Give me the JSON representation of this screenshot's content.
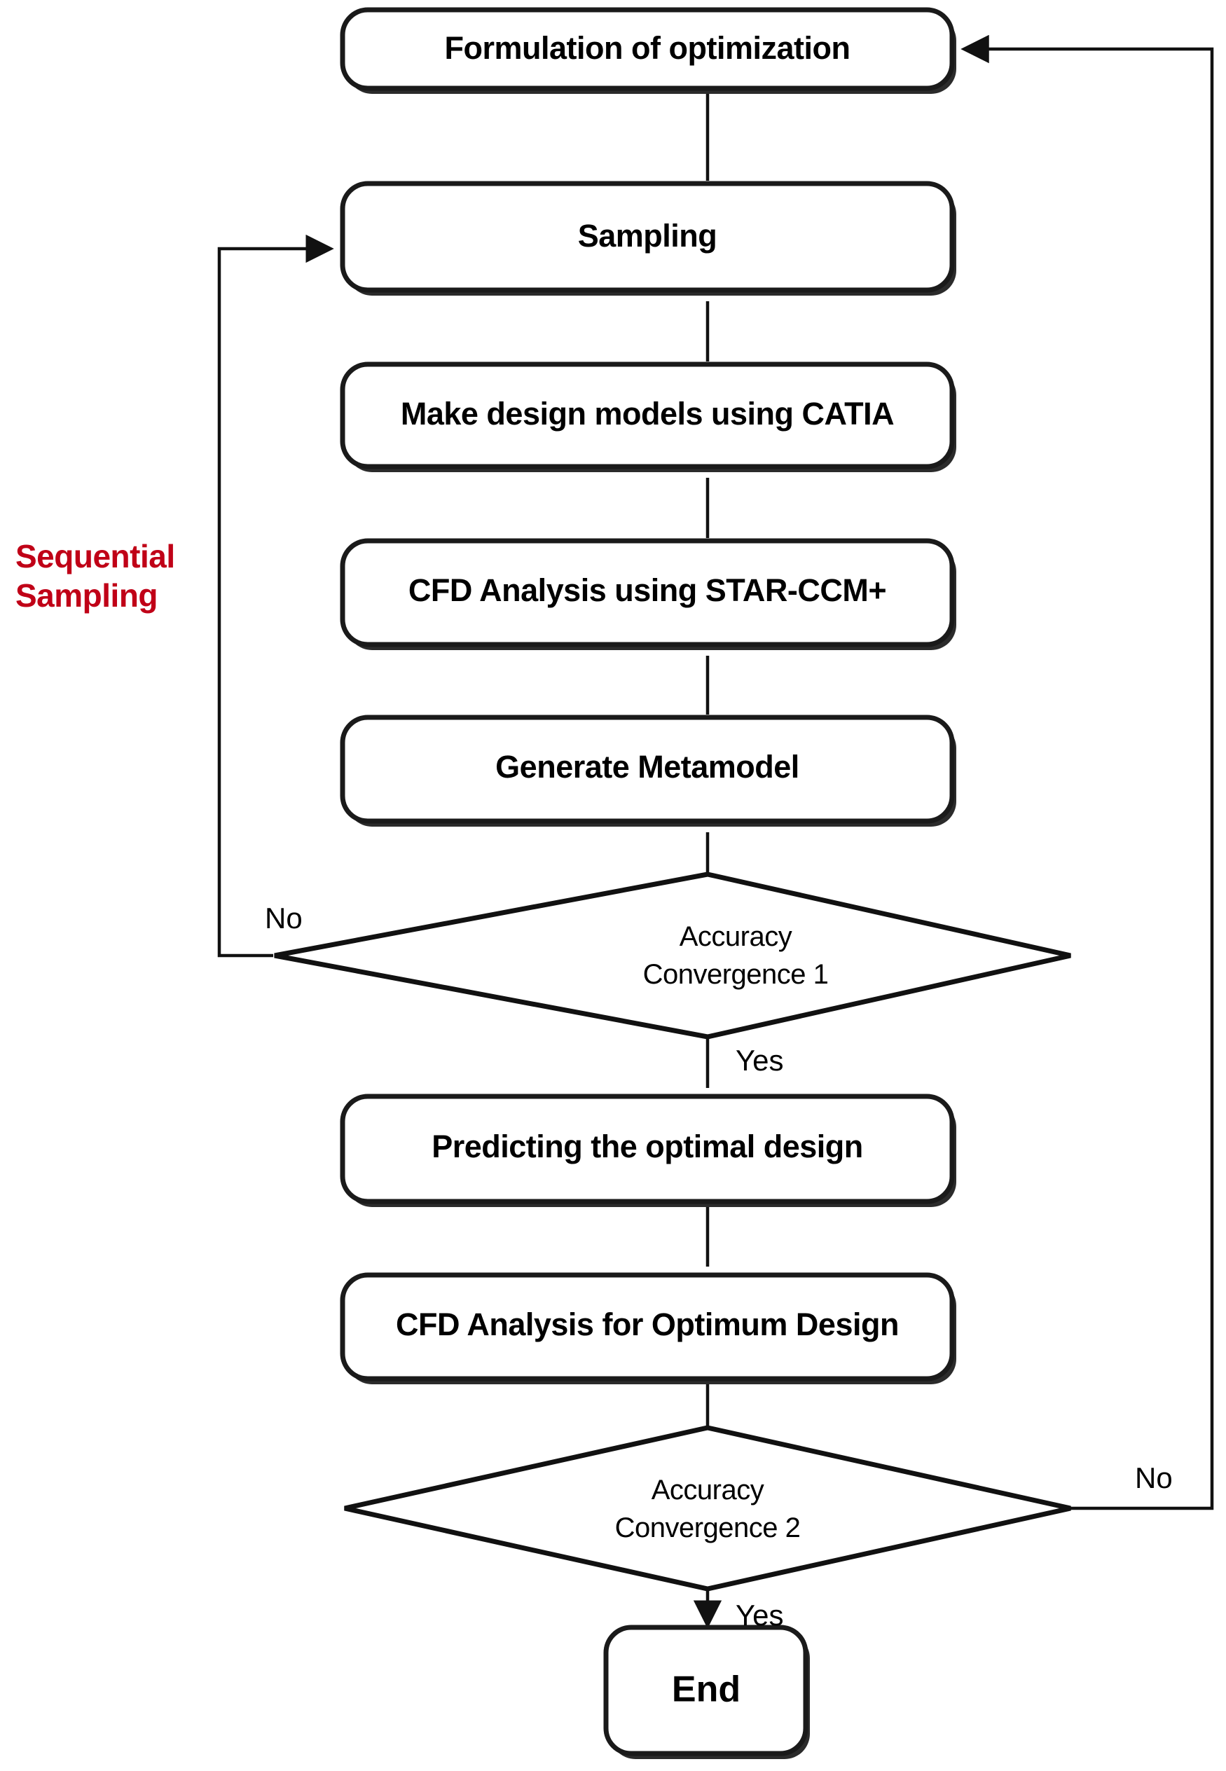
{
  "diagram": {
    "title": "Sequential sampling based metamodel optimization flowchart",
    "accent_color": "#C00017",
    "line_color": "#111111",
    "box_fill": "#FFFFFF",
    "annotation": {
      "sequential_sampling_line1": "Sequential",
      "sequential_sampling_line2": "Sampling"
    },
    "nodes": [
      {
        "id": "formulation",
        "type": "process",
        "label": "Formulation of optimization"
      },
      {
        "id": "sampling",
        "type": "process",
        "label": "Sampling"
      },
      {
        "id": "make-models",
        "type": "process",
        "label": "Make design models using CATIA"
      },
      {
        "id": "cfd-analysis",
        "type": "process",
        "label": "CFD Analysis using STAR-CCM+"
      },
      {
        "id": "generate-meta",
        "type": "process",
        "label": "Generate Metamodel"
      },
      {
        "id": "convergence-1",
        "type": "decision",
        "label_line1": "Accuracy",
        "label_line2": "Convergence 1"
      },
      {
        "id": "predict-optimal",
        "type": "process",
        "label": "Predicting the optimal design"
      },
      {
        "id": "cfd-optimum",
        "type": "process",
        "label": "CFD  Analysis for Optimum Design"
      },
      {
        "id": "convergence-2",
        "type": "decision",
        "label_line1": "Accuracy",
        "label_line2": "Convergence  2"
      },
      {
        "id": "end",
        "type": "terminator",
        "label": "End"
      }
    ],
    "edge_labels": {
      "conv1_no": "No",
      "conv1_yes": "Yes",
      "conv2_no": "No",
      "conv2_yes": "Yes"
    }
  }
}
